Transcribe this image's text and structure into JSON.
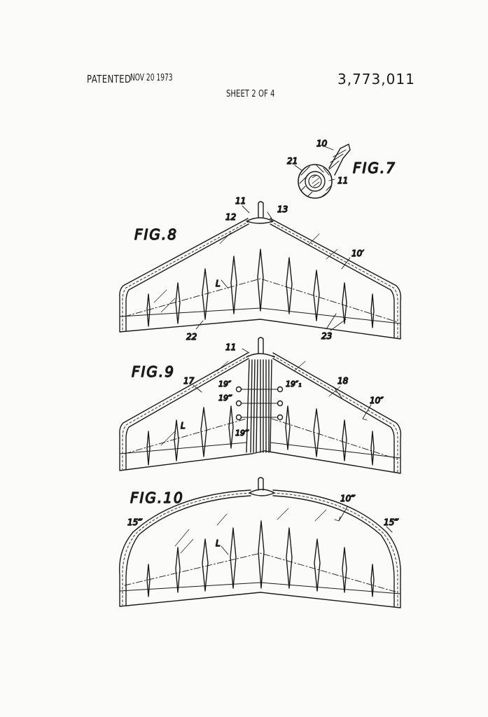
{
  "header": {
    "patented": "PATENTED",
    "date": "NOV 20 1973",
    "number": "3,773,011",
    "sheet": "SHEET 2 OF 4"
  },
  "figures": {
    "fig7": {
      "title": "FIG.7",
      "refs": [
        "10",
        "21",
        "11"
      ]
    },
    "fig8": {
      "title": "FIG.8",
      "refs": [
        "11",
        "12",
        "13",
        "10′",
        "L",
        "22",
        "23"
      ]
    },
    "fig9": {
      "title": "FIG.9",
      "refs": [
        "11",
        "17",
        "18",
        "19″",
        "19″₁",
        "19‴",
        "19‴",
        "L",
        "10″"
      ]
    },
    "fig10": {
      "title": "FIG.10",
      "refs": [
        "10‴",
        "15‴",
        "15‴",
        "L"
      ]
    }
  }
}
